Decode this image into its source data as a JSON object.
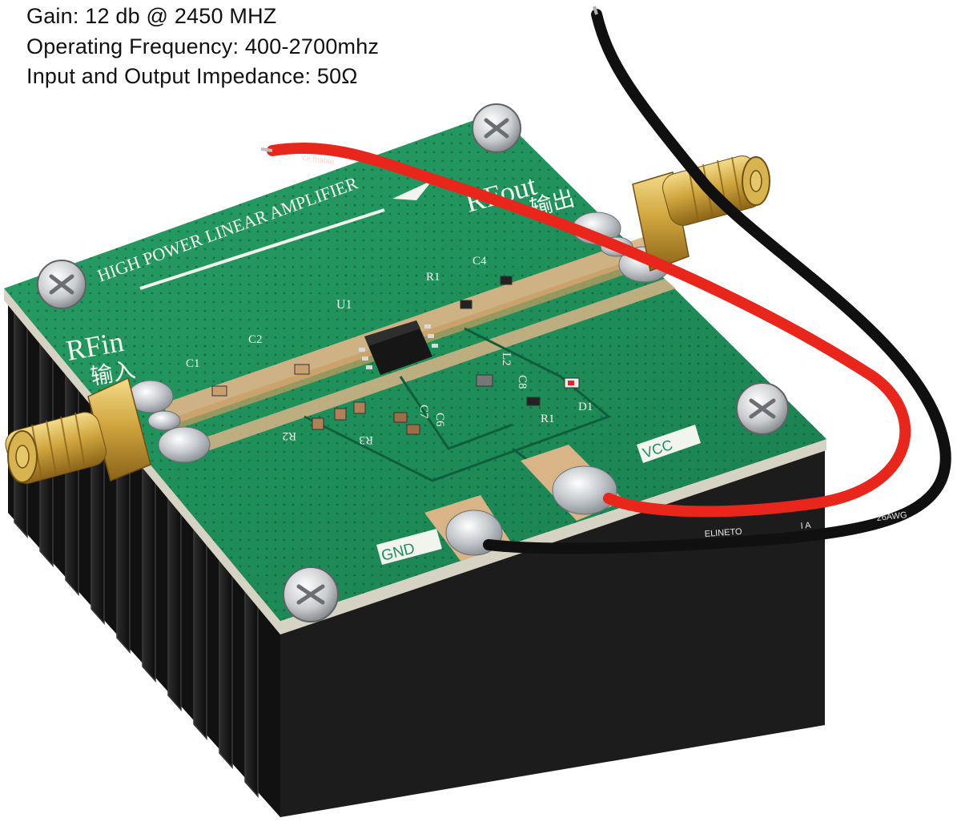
{
  "specs": {
    "gain": "Gain: 12 db @ 2450 MHZ",
    "frequency": "Operating Frequency: 400-2700mhz",
    "impedance": "Input and Output Impedance: 50Ω"
  },
  "board": {
    "title": "HIGH POWER LINEAR AMPLIFIER",
    "rf_in": "RFin",
    "rf_in_cn": "输入",
    "rf_out": "RFout",
    "rf_out_cn": "输出",
    "vcc": "VCC",
    "gnd": "GND",
    "chip": "U1",
    "components": {
      "c1": "C1",
      "c2": "C2",
      "c4": "C4",
      "c6": "C6",
      "c7": "C7",
      "c8": "C8",
      "r1": "R1",
      "r1b": "R1",
      "r2": "R2",
      "r3": "R3",
      "l2": "L2",
      "d1": "D1"
    }
  },
  "wire": {
    "red_print": "YXTcable",
    "black_print_1": "ELINETO",
    "black_print_2": "I A",
    "black_print_3": "26AWG"
  },
  "colors": {
    "pcb_green": "#1f8f5a",
    "heatsink": "#1a1a1a",
    "red_wire": "#e8261c",
    "black_wire": "#101010",
    "brass": "#c9a13a",
    "copper_pad": "#d8b487"
  }
}
